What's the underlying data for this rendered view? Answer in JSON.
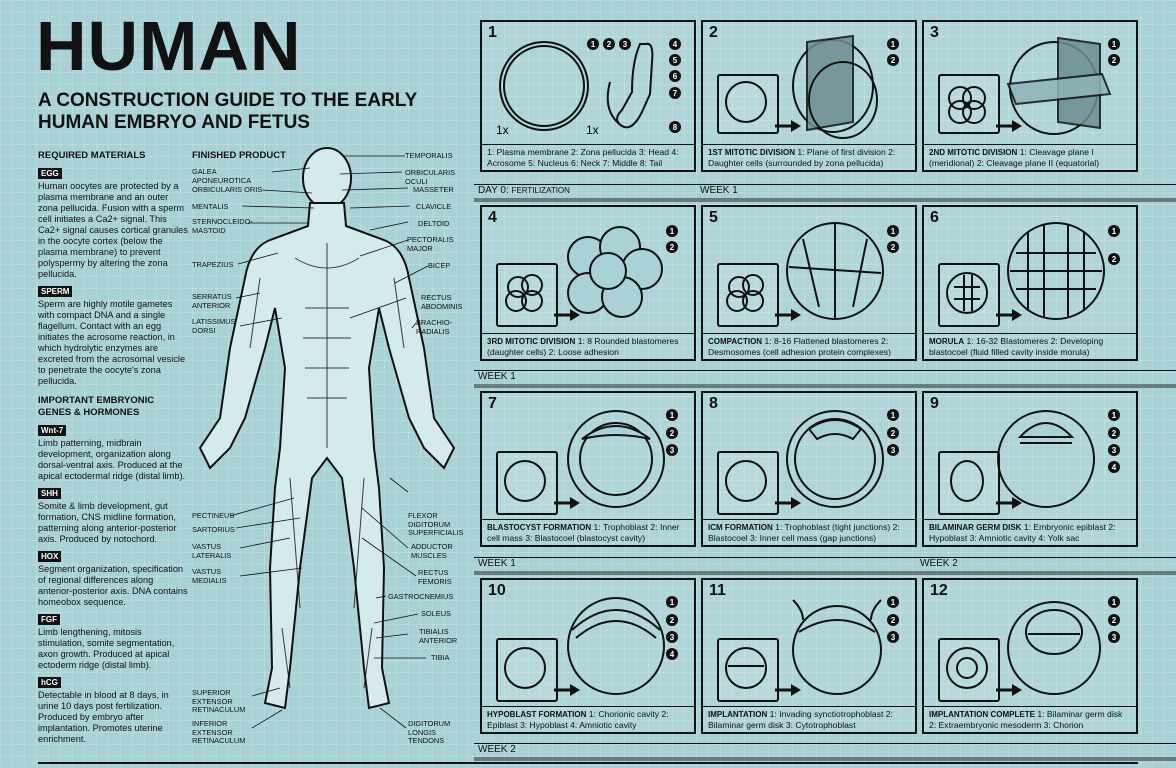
{
  "header": {
    "title": "HUMAN",
    "subtitle": "A CONSTRUCTION GUIDE TO THE EARLY HUMAN EMBRYO AND FETUS"
  },
  "left": {
    "required_title": "REQUIRED MATERIALS",
    "materials": [
      {
        "tag": "EGG",
        "text": "Human oocytes are protected by a plasma membrane and an outer zona pellucida. Fusion with a sperm cell initiates a Ca2+ signal. This Ca2+ signal causes cortical granules in the oocyte cortex (below the plasma membrane) to prevent polyspermy by altering the zona pellucida."
      },
      {
        "tag": "SPERM",
        "text": "Sperm are highly motile gametes with compact DNA and a single flagellum. Contact with an egg initiates the acrosome reaction, in which hydrolytic enzymes are excreted from the acrosomal vesicle to penetrate the oocyte's zona pellucida."
      }
    ],
    "genes_title": "IMPORTANT EMBRYONIC GENES & HORMONES",
    "genes": [
      {
        "tag": "Wnt-7",
        "text": "Limb patterning, midbrain development, organization along dorsal-ventral axis. Produced at the apical ectodermal ridge (distal limb)."
      },
      {
        "tag": "SHH",
        "text": "Somite & limb development, gut formation, CNS midline formation, patterning along anterior-posterior axis. Produced by notochord."
      },
      {
        "tag": "HOX",
        "text": "Segment organization, specification of regional differences along anterior-posterior axis. DNA contains homeobox sequence."
      },
      {
        "tag": "FGF",
        "text": "Limb lengthening, mitosis stimulation, somite segmentation, axon growth. Produced at apical ectoderm ridge (distal limb)."
      },
      {
        "tag": "hCG",
        "text": "Detectable in blood at 8 days, in urine 10 days post fertilization. Produced by embryo after implantation. Promotes uterine enrichment."
      }
    ]
  },
  "product": {
    "title": "FINISHED PRODUCT",
    "left_labels": [
      "GALEA APONEUROTICA",
      "ORBICULARIS ORIS",
      "MENTALIS",
      "STERNOCLEIDO-MASTOID",
      "TRAPEZIUS",
      "SERRATUS ANTERIOR",
      "LATISSIMUS DORSI",
      "PECTINEUS",
      "SARTORIUS",
      "VASTUS LATERALIS",
      "VASTUS MEDIALIS",
      "SUPERIOR EXTENSOR RETINACULUM",
      "INFERIOR EXTENSOR RETINACULUM"
    ],
    "right_labels": [
      "TEMPORALIS",
      "ORBICULARIS OCULI",
      "MASSETER",
      "CLAVICLE",
      "DELTOID",
      "PECTORALIS MAJOR",
      "BICEP",
      "RECTUS ABDOMINIS",
      "BRACHIO-RADIALIS",
      "FLEXOR DIGITORUM SUPERFICIALIS",
      "ADDUCTOR MUSCLES",
      "RECTUS FEMORIS",
      "GASTROCNEMIUS",
      "SOLEUS",
      "TIBIALIS ANTERIOR",
      "TIBIA",
      "DIGITORUM LONGIS TENDONS"
    ]
  },
  "bands": {
    "day0": "DAY 0:",
    "day0_sub": "FERTILIZATION",
    "week1_right": "WEEK 1",
    "week1_a": "WEEK 1",
    "week1_b": "WEEK 1",
    "week2_right": "WEEK 2",
    "week2_bottom": "WEEK 2"
  },
  "panels": [
    {
      "num": "1",
      "title": "",
      "text": "1: Plasma membrane 2: Zona pellucida 3: Head 4: Acrosome 5: Nucleus 6: Neck 7: Middle 8: Tail",
      "qty_a": "1x",
      "qty_b": "1x"
    },
    {
      "num": "2",
      "title": "1ST MITOTIC DIVISION",
      "text": "1: Plane of first division 2: Daughter cells (surrounded by zona pellucida)"
    },
    {
      "num": "3",
      "title": "2ND MITOTIC DIVISION",
      "text": "1: Cleavage plane I (meridional) 2: Cleavage plane II (equatorial)"
    },
    {
      "num": "4",
      "title": "3RD MITOTIC DIVISION",
      "text": "1: 8 Rounded blastomeres (daughter cells) 2: Loose adhesion"
    },
    {
      "num": "5",
      "title": "COMPACTION",
      "text": "1: 8-16 Flattened blastomeres 2: Desmosomes (cell adhesion protein complexes)"
    },
    {
      "num": "6",
      "title": "MORULA",
      "text": "1: 16-32 Blastomeres 2: Developing blastocoel (fluid filled cavity inside morula)"
    },
    {
      "num": "7",
      "title": "BLASTOCYST FORMATION",
      "text": "1: Trophoblast 2: Inner cell mass 3: Blastocoel (blastocyst cavity)"
    },
    {
      "num": "8",
      "title": "ICM FORMATION",
      "text": "1: Trophoblast (tight junctions) 2: Blastocoel 3: Inner cell mass (gap junctions)"
    },
    {
      "num": "9",
      "title": "BILAMINAR GERM DISK",
      "text": "1: Embryonic epiblast 2: Hypoblast 3: Amniotic cavity 4: Yolk sac"
    },
    {
      "num": "10",
      "title": "HYPOBLAST FORMATION",
      "text": "1: Chorionic cavity 2: Epiblast 3: Hypoblast 4: Amniotic cavity"
    },
    {
      "num": "11",
      "title": "IMPLANTATION",
      "text": "1: Invading synctiotrophoblast 2: Bilaminar germ disk 3: Cytotrophoblast"
    },
    {
      "num": "12",
      "title": "IMPLANTATION COMPLETE",
      "text": "1: Bilaminar germ disk 2: Extraembryonic mesoderm 3: Chorion"
    }
  ],
  "markers": {
    "n1": "1",
    "n2": "2",
    "n3": "3",
    "n4": "4",
    "n5": "5",
    "n6": "6",
    "n7": "7",
    "n8": "8"
  }
}
